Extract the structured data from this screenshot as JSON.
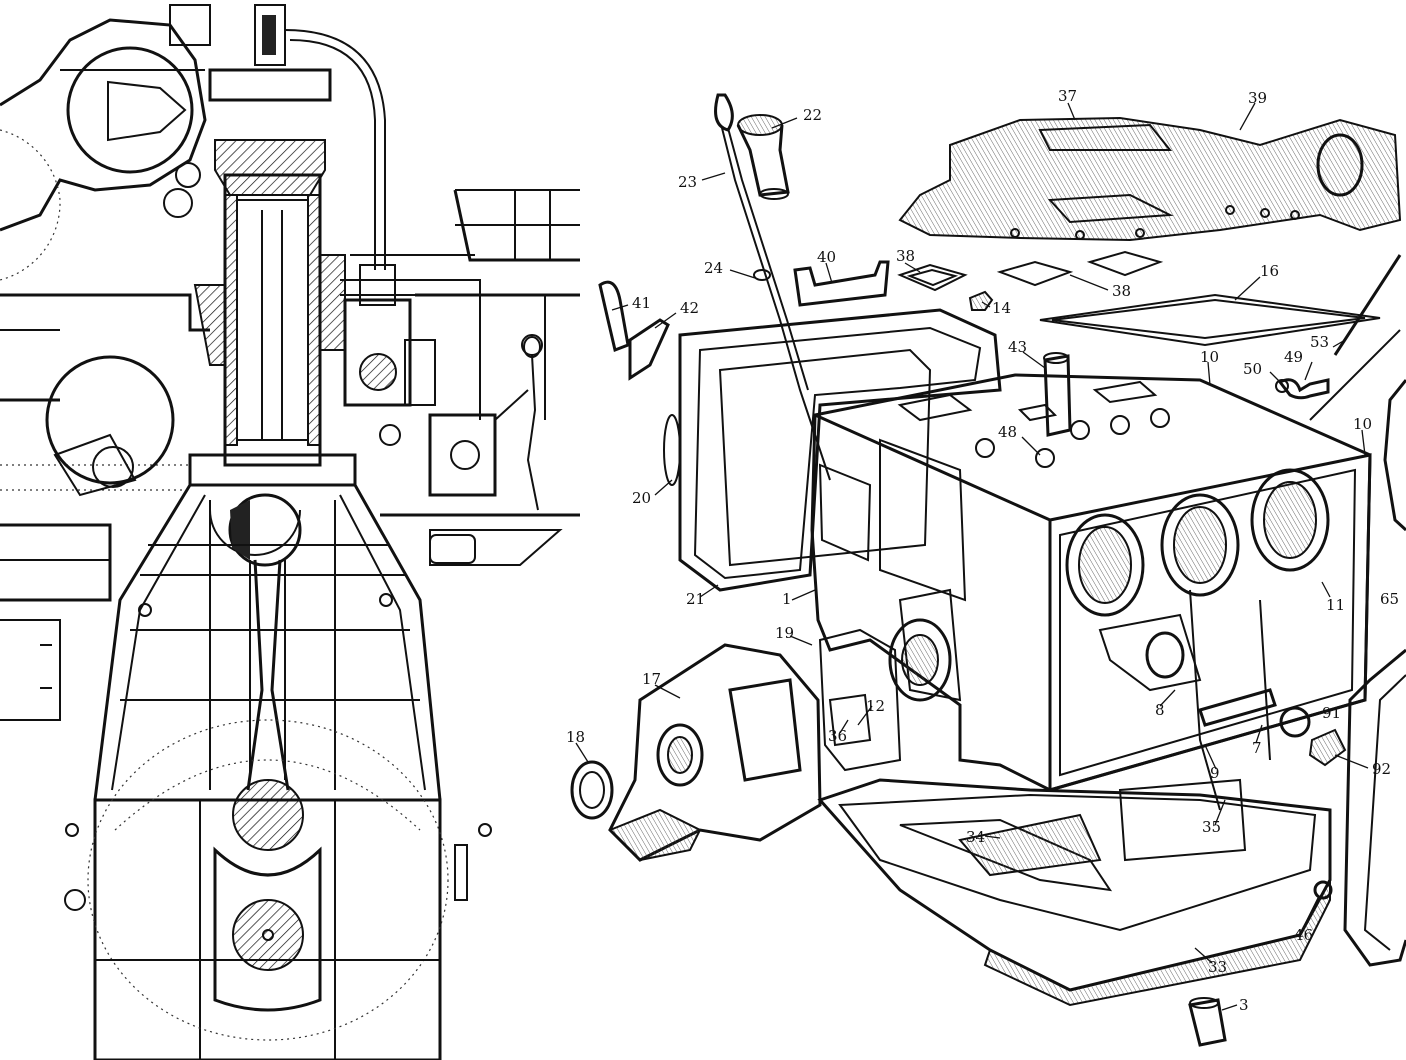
{
  "left_drawing": {
    "description_name": "marine-diesel-engine-cross-section"
  },
  "right_drawing": {
    "description_name": "engine-block-exploded-view",
    "callouts": [
      {
        "id": "c22",
        "text": "22"
      },
      {
        "id": "c23",
        "text": "23"
      },
      {
        "id": "c24",
        "text": "24"
      },
      {
        "id": "c40",
        "text": "40"
      },
      {
        "id": "c41",
        "text": "41"
      },
      {
        "id": "c42",
        "text": "42"
      },
      {
        "id": "c37",
        "text": "37"
      },
      {
        "id": "c39",
        "text": "39"
      },
      {
        "id": "c38a",
        "text": "38"
      },
      {
        "id": "c38b",
        "text": "38"
      },
      {
        "id": "c14",
        "text": "14"
      },
      {
        "id": "c16",
        "text": "16"
      },
      {
        "id": "c43",
        "text": "43"
      },
      {
        "id": "c10a",
        "text": "10"
      },
      {
        "id": "c50",
        "text": "50"
      },
      {
        "id": "c49",
        "text": "49"
      },
      {
        "id": "c53",
        "text": "53"
      },
      {
        "id": "c10b",
        "text": "10"
      },
      {
        "id": "c48",
        "text": "48"
      },
      {
        "id": "c20",
        "text": "20"
      },
      {
        "id": "c21",
        "text": "21"
      },
      {
        "id": "c1",
        "text": "1"
      },
      {
        "id": "c11",
        "text": "11"
      },
      {
        "id": "c65",
        "text": "65"
      },
      {
        "id": "c19",
        "text": "19"
      },
      {
        "id": "c17",
        "text": "17"
      },
      {
        "id": "c12",
        "text": "12"
      },
      {
        "id": "c36",
        "text": "36"
      },
      {
        "id": "c8",
        "text": "8"
      },
      {
        "id": "c91",
        "text": "91"
      },
      {
        "id": "c7",
        "text": "7"
      },
      {
        "id": "c18",
        "text": "18"
      },
      {
        "id": "c9",
        "text": "9"
      },
      {
        "id": "c92",
        "text": "92"
      },
      {
        "id": "c35",
        "text": "35"
      },
      {
        "id": "c34",
        "text": "34"
      },
      {
        "id": "c46",
        "text": "46"
      },
      {
        "id": "c33",
        "text": "33"
      },
      {
        "id": "c3",
        "text": "3"
      }
    ]
  }
}
